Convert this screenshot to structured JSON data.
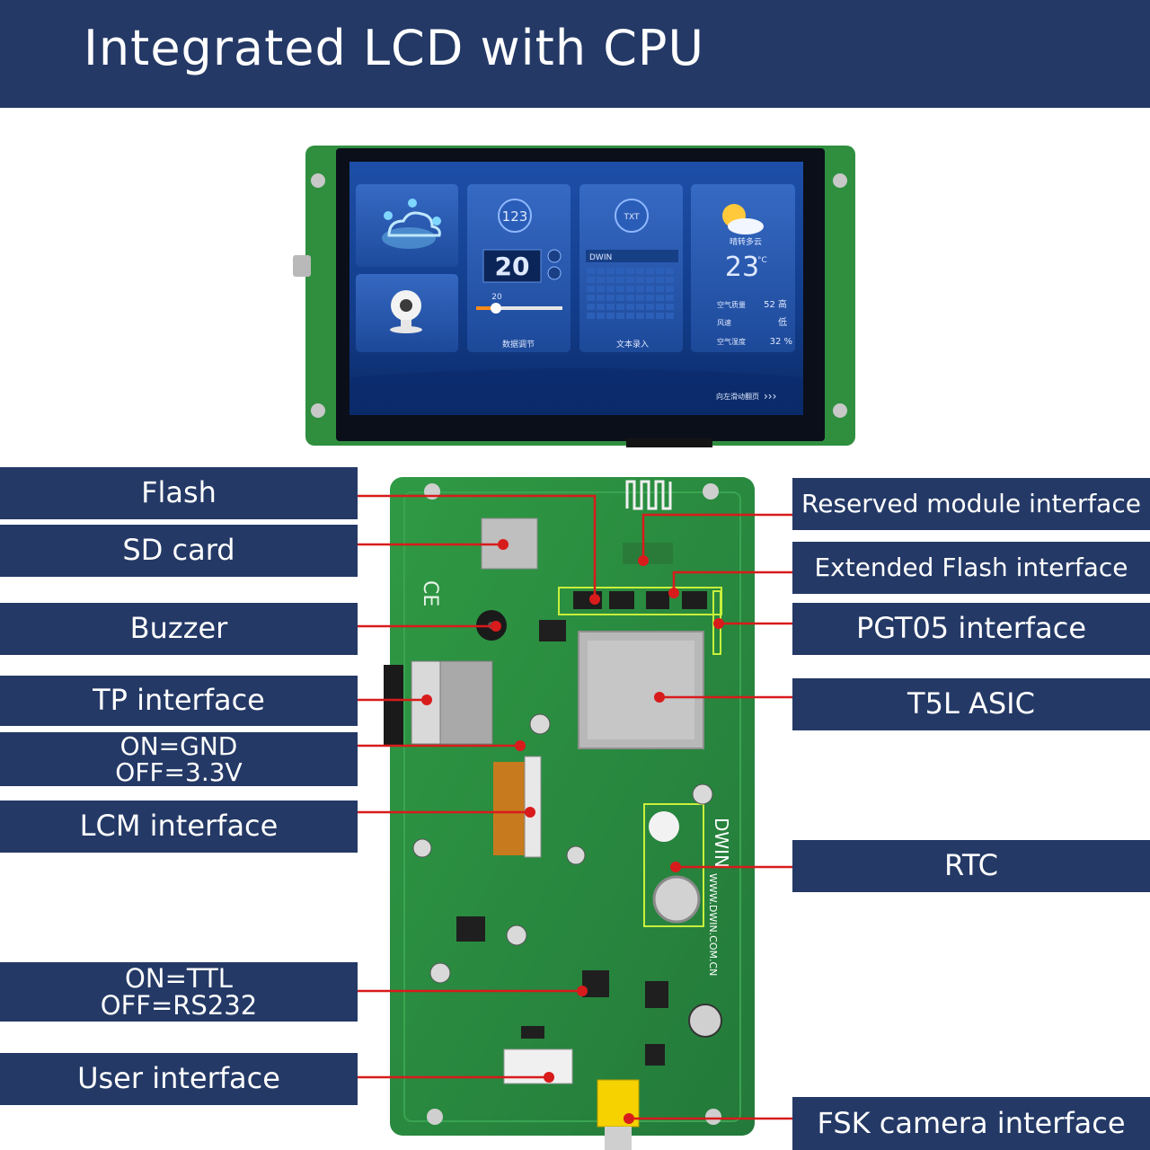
{
  "header": {
    "title": "Integrated LCD with CPU"
  },
  "lcd_screen": {
    "tile_number_icon": "123",
    "value_display": "20",
    "slider_value": "20",
    "tile2_caption": "数据调节",
    "keyboard_title": "DWIN",
    "txt_icon": "TXT",
    "tile3_caption": "文本录入",
    "weather_desc": "晴转多云",
    "temperature": "23",
    "temperature_unit": "°C",
    "air_quality_label": "空气质量",
    "air_quality_value": "52 高",
    "wind_label": "风速",
    "wind_value": "低",
    "humidity_label": "空气湿度",
    "humidity_value": "32 %",
    "swipe_hint": "向左滑动翻页"
  },
  "board_marks": {
    "brand": "DWIN",
    "website": "WWW.DWIN.COM.CN"
  },
  "labels_left": [
    {
      "name": "flash",
      "lines": [
        "Flash"
      ]
    },
    {
      "name": "sd-card",
      "lines": [
        "SD card"
      ]
    },
    {
      "name": "buzzer",
      "lines": [
        "Buzzer"
      ]
    },
    {
      "name": "tp-interface",
      "lines": [
        "TP interface"
      ]
    },
    {
      "name": "gnd-switch",
      "lines": [
        "ON=GND",
        "OFF=3.3V"
      ]
    },
    {
      "name": "lcm-interface",
      "lines": [
        "LCM interface"
      ]
    },
    {
      "name": "ttl-switch",
      "lines": [
        "ON=TTL",
        "OFF=RS232"
      ]
    },
    {
      "name": "user-interface",
      "lines": [
        "User interface"
      ]
    }
  ],
  "labels_right": [
    {
      "name": "reserved-module-interface",
      "lines": [
        "Reserved module interface"
      ]
    },
    {
      "name": "extended-flash-interface",
      "lines": [
        "Extended Flash interface"
      ]
    },
    {
      "name": "pgt05-interface",
      "lines": [
        "PGT05 interface"
      ]
    },
    {
      "name": "t5l-asic",
      "lines": [
        "T5L ASIC"
      ]
    },
    {
      "name": "rtc",
      "lines": [
        "RTC"
      ]
    },
    {
      "name": "fsk-camera-interface",
      "lines": [
        "FSK camera interface"
      ]
    }
  ],
  "colors": {
    "header_bg": "#243966",
    "label_bg": "#243966",
    "label_text": "#ffffff",
    "leader_line": "#d81b1b",
    "pcb_green": "#2e8a3e",
    "highlight_box": "#c8f03c"
  }
}
